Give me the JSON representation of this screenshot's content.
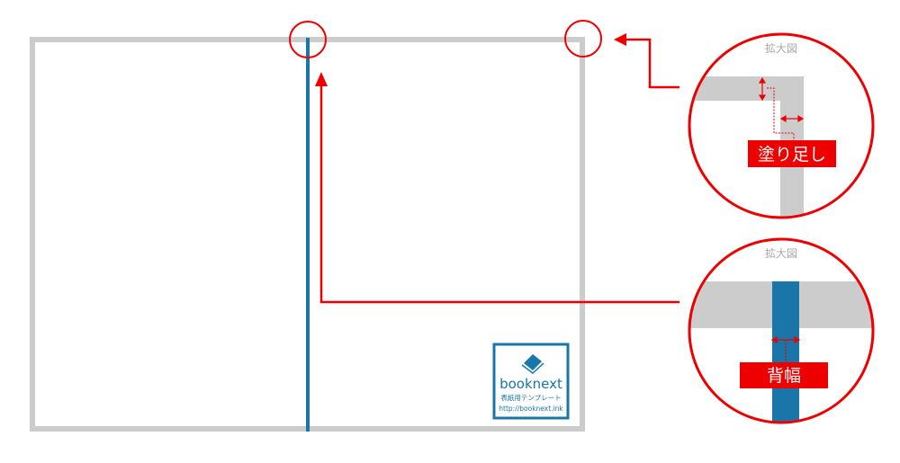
{
  "zoom_label_1": "拡大図",
  "zoom_label_2": "拡大図",
  "bleed_label": "塗り足し",
  "spine_label": "背幅",
  "logo": {
    "brand": "booknext",
    "subtitle": "表紙用テンプレート",
    "url": "http://booknext.ink"
  },
  "colors": {
    "frame": "#cccccc",
    "spine": "#1a75a8",
    "accent": "#ee0000"
  }
}
